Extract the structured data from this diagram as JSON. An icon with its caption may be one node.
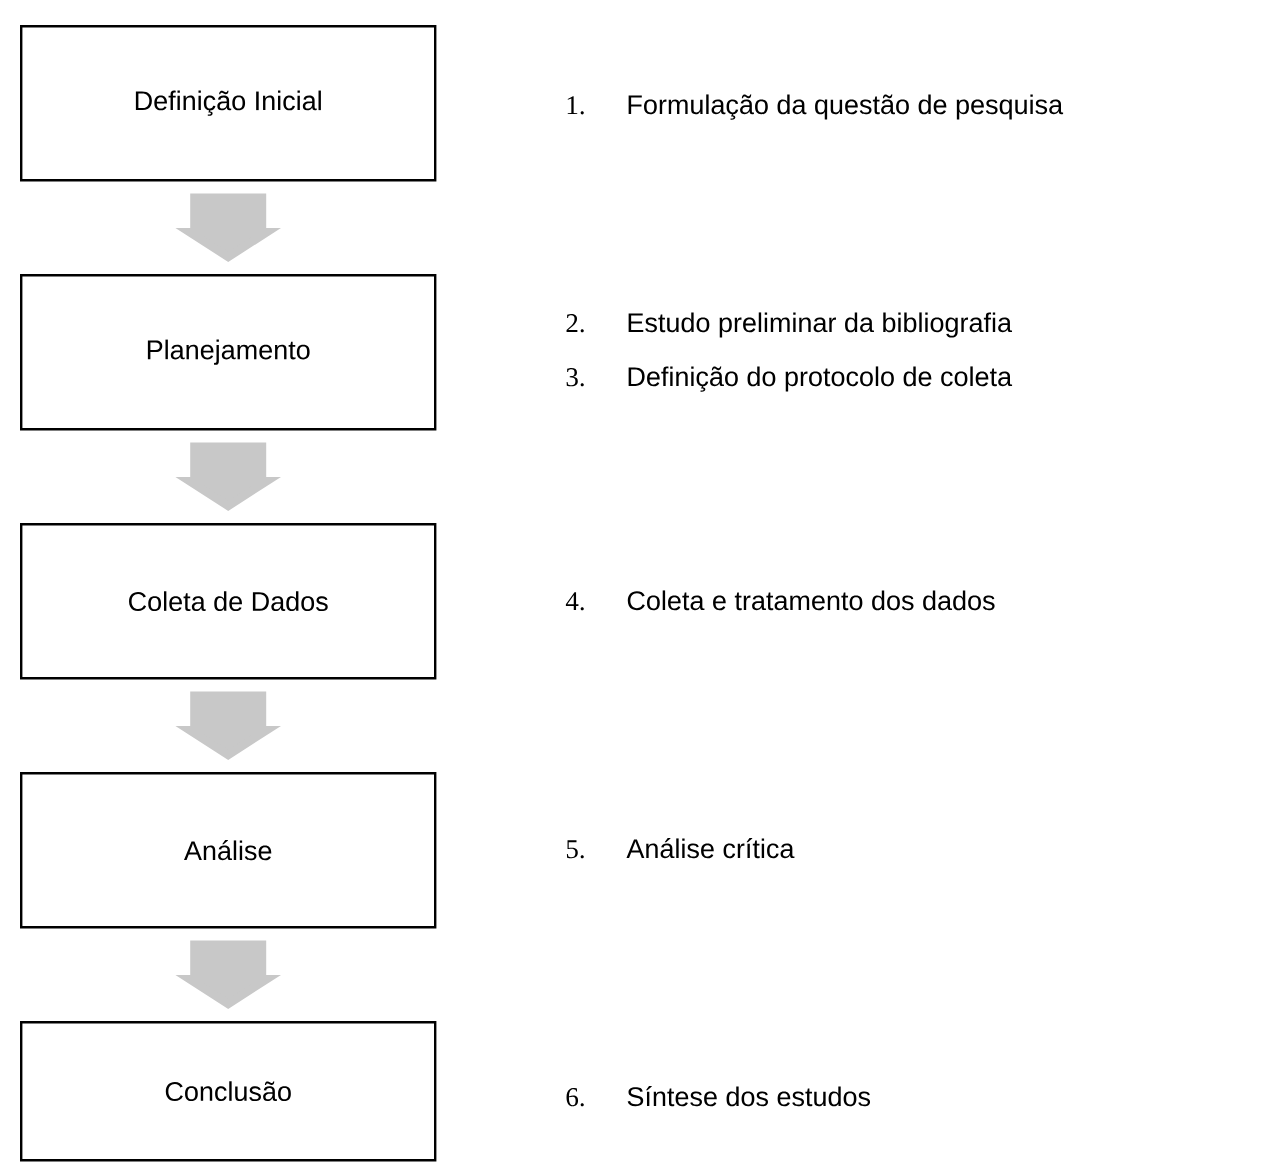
{
  "diagram": {
    "nodes": [
      {
        "text": [
          "Definição Inicial"
        ]
      },
      {
        "text": [
          "Planejamento"
        ]
      },
      {
        "text": [
          "Coleta de Dados"
        ]
      },
      {
        "text": [
          "Análise"
        ]
      },
      {
        "text": [
          "Conclusão"
        ]
      }
    ],
    "edges": [
      {
        "from": 0,
        "to": 1,
        "arrow": "to"
      },
      {
        "from": 1,
        "to": 2,
        "arrow": "to"
      },
      {
        "from": 2,
        "to": 3,
        "arrow": "to"
      },
      {
        "from": 3,
        "to": 4,
        "arrow": "to"
      }
    ],
    "labels": [
      "1.",
      "Formulação da questão de pesquisa",
      "2.",
      "Estudo preliminar da bibliografia",
      "3.",
      "Definição do protocolo de coleta",
      "4.",
      "Coleta e tratamento dos dados",
      "5.",
      "Análise crítica",
      "6.",
      "Síntese dos estudos"
    ]
  }
}
